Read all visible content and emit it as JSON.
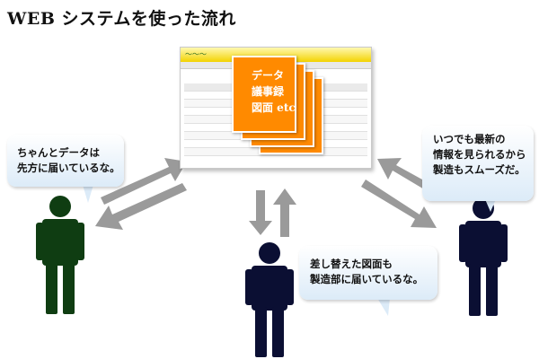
{
  "title": "WEB システムを使った流れ",
  "web_screen": {
    "header_logo": "〜〜〜"
  },
  "documents": {
    "lines": [
      "データ",
      "議事録",
      "図面 etc"
    ],
    "color": "#ff8a00"
  },
  "bubbles": {
    "left": [
      "ちゃんとデータは",
      "先方に届いているな。"
    ],
    "right": [
      "いつでも最新の",
      "情報を見られるから",
      "製造もスムーズだ。"
    ],
    "bottom": [
      "差し替えた図面も",
      "製造部に届いているな。"
    ]
  },
  "colors": {
    "person_left": "#0f3d12",
    "person_center": "#0b0f33",
    "person_right": "#0b0f33",
    "arrow": "#9a9a9a"
  }
}
